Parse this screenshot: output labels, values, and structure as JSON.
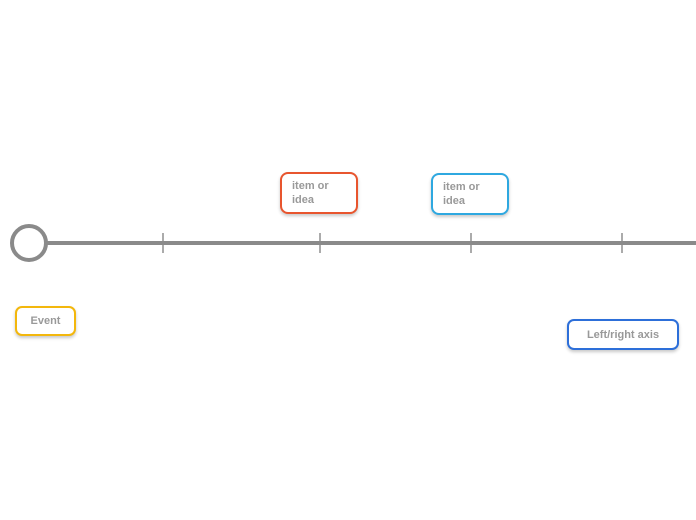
{
  "canvas": {
    "background": "#ffffff"
  },
  "palette": {
    "axis_gray": "#8a8a8a",
    "tick_gray": "#ababab",
    "node_text_gray": "#999999",
    "node_background": "#ffffff"
  },
  "timeline": {
    "origin_marker": "circle",
    "tick_count": 4
  },
  "nodes": {
    "item1": {
      "label": "item or idea",
      "border_color": "#e8552e"
    },
    "item2": {
      "label": "item or idea",
      "border_color": "#2ea8e0"
    },
    "event": {
      "label": "Event",
      "border_color": "#f3b70c"
    },
    "axis": {
      "label": "Left/right axis",
      "border_color": "#2d6fd9"
    }
  }
}
